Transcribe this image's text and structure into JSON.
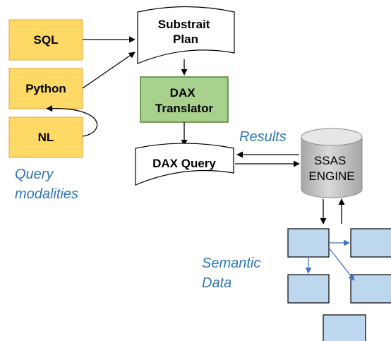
{
  "inputs": {
    "sql": "SQL",
    "python": "Python",
    "nl": "NL"
  },
  "query_modalities": [
    "Query",
    "modalities"
  ],
  "substrait_plan": [
    "Substrait",
    "Plan"
  ],
  "dax_translator": [
    "DAX",
    "Translator"
  ],
  "dax_query": "DAX Query",
  "results": "Results",
  "ssas_engine": [
    "SSAS",
    "ENGINE"
  ],
  "semantic_data": [
    "Semantic",
    "Data"
  ],
  "colors": {
    "input_fill": "#FFD966",
    "input_stroke": "#E8A33D",
    "translator_fill": "#A9D18E",
    "translator_stroke": "#548235",
    "semantic_fill": "#BDD7EE",
    "italic_text": "#2E75B6",
    "engine_top": "#E6E6E6",
    "engine_body": "#BFBFBF"
  }
}
